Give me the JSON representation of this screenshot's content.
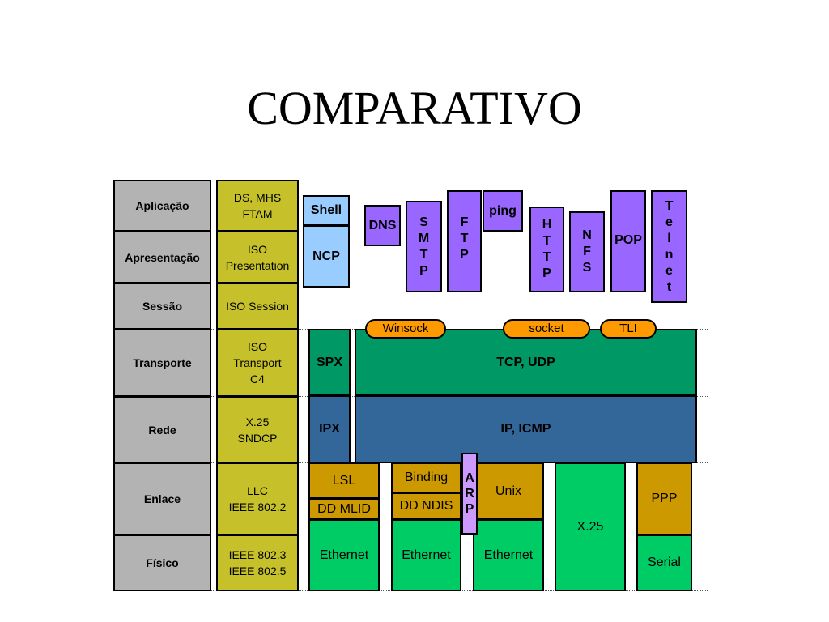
{
  "title": "COMPARATIVO",
  "osi_layers": [
    "Aplicação",
    "Apresentação",
    "Sessão",
    "Transporte",
    "Rede",
    "Enlace",
    "Físico"
  ],
  "iso_stack": [
    "DS, MHS\nFTAM",
    "ISO\nPresentation",
    "ISO Session",
    "ISO\nTransport\nC4",
    "X.25\nSNDCP",
    "LLC\nIEEE 802.2",
    "IEEE 802.3\nIEEE 802.5"
  ],
  "netware": {
    "shell": "Shell",
    "ncp": "NCP",
    "spx": "SPX",
    "ipx": "IPX",
    "lsl": "LSL",
    "dd_mlid": "DD MLID",
    "ethernet": "Ethernet"
  },
  "applications": {
    "dns": "DNS",
    "smtp": "S\nM\nT\nP",
    "ftp": "F\nT\nP",
    "ping": "ping",
    "http": "H\nT\nT\nP",
    "nfs": "N\nF\nS",
    "pop": "POP",
    "telnet": "T\ne\nl\nn\ne\nt"
  },
  "interfaces": {
    "winsock": "Winsock",
    "socket": "socket",
    "tli": "TLI"
  },
  "tcpip": {
    "tcp_udp": "TCP, UDP",
    "ip_icmp": "IP, ICMP"
  },
  "windows_link": {
    "binding": "Binding",
    "dd_ndis": "DD NDIS",
    "ethernet": "Ethernet"
  },
  "arp": "A\nR\nP",
  "unix_link": {
    "unix": "Unix",
    "ethernet": "Ethernet"
  },
  "x25": "X.25",
  "serial_link": {
    "ppp": "PPP",
    "serial": "Serial"
  },
  "colors": {
    "osi_layer": "#b3b3b3",
    "iso_stack": "#c6c12b",
    "application": "#9966ff",
    "netware_upper": "#99ccff",
    "transport": "#009966",
    "network": "#336699",
    "link_driver": "#cc9900",
    "physical": "#00cc66",
    "arp": "#cc99ff",
    "interface": "#ff9900"
  }
}
